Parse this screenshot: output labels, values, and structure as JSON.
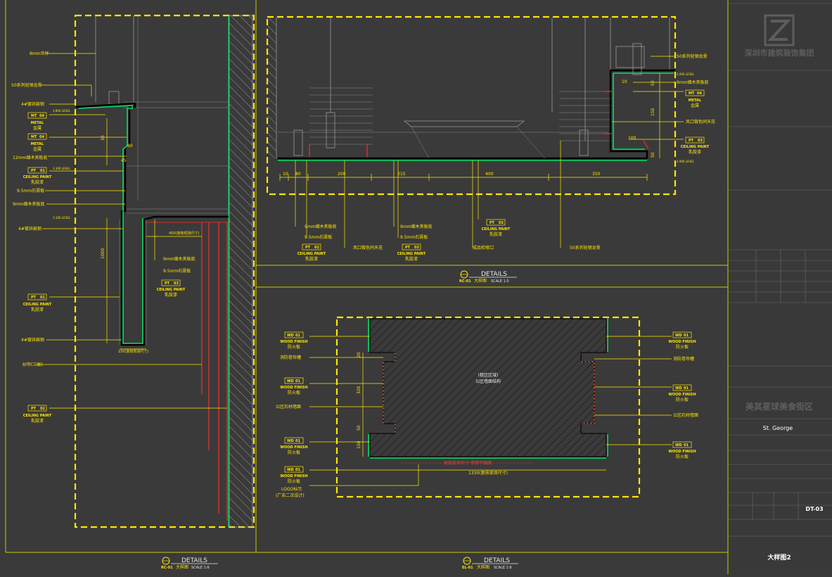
{
  "sheet": {
    "company_name": "深圳市建筑装饰集团",
    "project_name": "美其星球美食街区",
    "project_name_en": "St. George",
    "drawing_no": "DT-03",
    "drawing_title": "大样图2"
  },
  "details": [
    {
      "code": "RC-01",
      "name": "大样图",
      "title": "DETAILS",
      "scale": "SCALE 1:5"
    },
    {
      "code": "RC-01",
      "name": "大样图",
      "title": "DETAILS",
      "scale": "SCALE 1:6"
    },
    {
      "code": "EL-01",
      "name": "大样图",
      "title": "DETAILS",
      "scale": "SCALE 1:6"
    }
  ],
  "tags": {
    "mt": "MT",
    "mt_num": "04",
    "metal": "METAL",
    "metal_cn": "金属",
    "pt": "PT",
    "pt1": "01",
    "pt2": "02",
    "pt3": "03",
    "ceiling": "CEILING PAINT",
    "ceiling_cn": "乳胶漆",
    "wd": "WD",
    "wd_num": "01",
    "wood": "WOOD FINISH",
    "wood_cn": "防火板"
  },
  "left_detail": {
    "rod": "8mm吊杆",
    "keel": "50系列轻钢龙骨",
    "angle1": "4#镀锌扁钢",
    "board12": "12mm细木夹板底",
    "gypsum": "9.5mm石膏板",
    "ply9": "9mm细木夹板底",
    "angle2": "4#镀锌扁钢",
    "ply9b": "9mm细木夹板底",
    "gyp2": "9.5mm石膏板",
    "angle3": "4#镀锌扁钢",
    "curtain": "纱帘(三层)",
    "dim_30": "30",
    "dim_80": "80",
    "dim_45": "45",
    "dim_1000": "1000",
    "dim_450": "450(复核现场尺寸)",
    "dim_150": "150(复核现场尺寸)",
    "level1": "3.800 LEVEL",
    "level2": "3.300 LEVEL",
    "level3": "3.100 LEVEL"
  },
  "top_detail": {
    "keel": "50系列轻钢龙骨",
    "ply": "9mm细木夹板底",
    "vent": "风口做色同天花",
    "ply2": "9mm细木夹板底",
    "gyp": "9.5mm石膏板",
    "ply3": "9mm细木夹板底",
    "gyp3": "9.5mm石膏板",
    "vent2": "风口做色同天花",
    "access": "成品检修口",
    "keel2": "50系列轻钢龙骨",
    "dims": [
      "10",
      "80",
      "200",
      "215",
      "400",
      "350"
    ],
    "dim_r1": "10",
    "dim_r2": "50",
    "dim_r3": "150",
    "dim_r4": "100",
    "dim_r5": "50",
    "level_a": "3.000 LEVEL",
    "level_b": "2.900 LEVEL"
  },
  "el_detail": {
    "rolling": "消防卷帘槽",
    "stone": "公区石材墙面",
    "logo": "LOGO标示",
    "logo2": "(广告二次设计)",
    "center1": "(租区区域)",
    "center2": "公区墙面结构",
    "rolling_r": "消防卷帘槽",
    "stone_r": "公区石材墙面",
    "dim_w": "1330(复核现场尺寸)",
    "dim_h1": "20",
    "dim_h2": "320",
    "dim_h3": "50",
    "dim_h4": "150",
    "red_note": "复核现场尺寸 参照平面图"
  }
}
